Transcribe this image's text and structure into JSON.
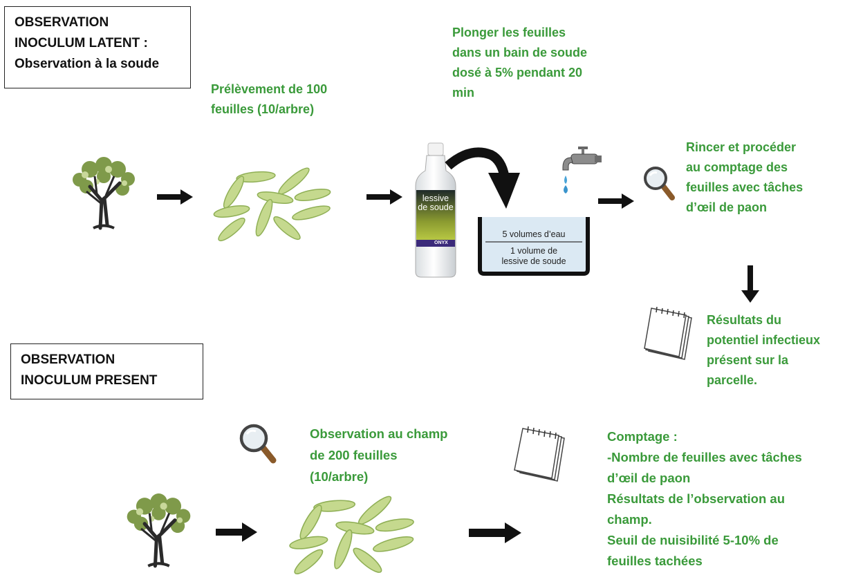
{
  "latent": {
    "title_lines": [
      "OBSERVATION",
      "INOCULUM LATENT :",
      "Observation à la soude"
    ],
    "step1_lines": [
      "Prélèvement de 100",
      "feuilles (10/arbre)"
    ],
    "step2_lines": [
      "Plonger les feuilles",
      "dans un bain de soude",
      "dosé à 5% pendant 20",
      "min"
    ],
    "step3_lines": [
      "Rincer et procéder",
      "au comptage des",
      "feuilles avec tâches",
      "d’œil de paon"
    ],
    "result_lines": [
      "Résultats du",
      "potentiel infectieux",
      "présent sur la",
      "parcelle."
    ],
    "bottle_label_lines": [
      "lessive",
      "de soude"
    ],
    "bottle_brand": "ONYX",
    "beaker_top": "5 volumes d’eau",
    "beaker_bottom_lines": [
      "1 volume de",
      "lessive de soude"
    ]
  },
  "present": {
    "title_lines": [
      "OBSERVATION",
      "INOCULUM PRESENT"
    ],
    "step1_lines": [
      "Observation au champ",
      "de 200 feuilles",
      "(10/arbre)"
    ],
    "count_lines": [
      "Comptage :",
      "-Nombre de feuilles avec tâches",
      "d’œil de paon",
      "Résultats de l’observation au",
      "champ.",
      "Seuil de nuisibilité 5-10% de",
      "feuilles tachées"
    ]
  },
  "colors": {
    "green_text": "#3a9a3a",
    "leaf": "#c5d98e",
    "leaf_edge": "#8faf55",
    "arrow": "#111111"
  },
  "icons": [
    "olive-tree-icon",
    "leaves-icon",
    "magnifier-icon",
    "notepad-icon",
    "faucet-icon",
    "soda-bottle-icon",
    "beaker-icon"
  ]
}
